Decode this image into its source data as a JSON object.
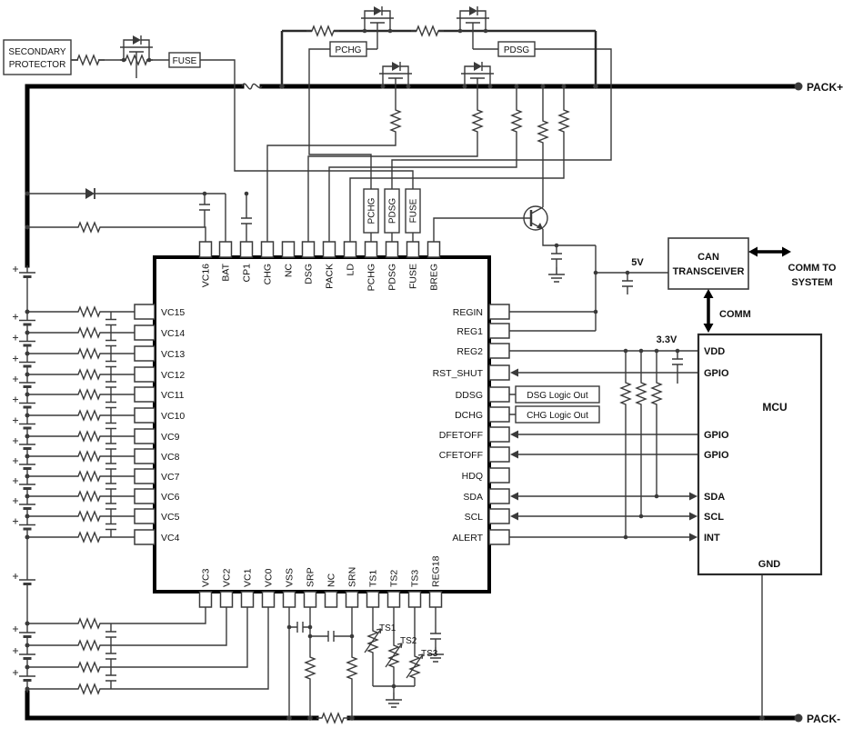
{
  "ic": {
    "top_pins": [
      "VC16",
      "BAT",
      "CP1",
      "CHG",
      "NC",
      "DSG",
      "PACK",
      "LD",
      "PCHG",
      "PDSG",
      "FUSE",
      "BREG"
    ],
    "left_pins": [
      "VC15",
      "VC14",
      "VC13",
      "VC12",
      "VC11",
      "VC10",
      "VC9",
      "VC8",
      "VC7",
      "VC6",
      "VC5",
      "VC4"
    ],
    "right_pins": [
      "REGIN",
      "REG1",
      "REG2",
      "RST_SHUT",
      "DDSG",
      "DCHG",
      "DFETOFF",
      "CFETOFF",
      "HDQ",
      "SDA",
      "SCL",
      "ALERT"
    ],
    "bottom_pins": [
      "VC3",
      "VC2",
      "VC1",
      "VC0",
      "VSS",
      "SRP",
      "NC",
      "SRN",
      "TS1",
      "TS2",
      "TS3",
      "REG18"
    ]
  },
  "labels": {
    "pack_plus": "PACK+",
    "pack_minus": "PACK-",
    "five_v": "5V",
    "three_point_three_v": "3.3V",
    "comm": "COMM",
    "comm_to_line1": "COMM TO",
    "comm_to_line2": "SYSTEM",
    "secondary_line1": "SECONDARY",
    "secondary_line2": "PROTECTOR",
    "fuse": "FUSE",
    "pchg": "PCHG",
    "pdsg": "PDSG",
    "dsg_logic_out": "DSG Logic Out",
    "chg_logic_out": "CHG Logic Out",
    "ts1": "TS1",
    "ts2": "TS2",
    "ts3": "TS3"
  },
  "can_transceiver": {
    "line1": "CAN",
    "line2": "TRANSCEIVER"
  },
  "mcu": {
    "title": "MCU",
    "pin_vdd": "VDD",
    "pin_gpio1": "GPIO",
    "pin_gpio2": "GPIO",
    "pin_gpio3": "GPIO",
    "pin_sda": "SDA",
    "pin_scl": "SCL",
    "pin_int": "INT",
    "pin_gnd": "GND"
  },
  "colors": {
    "wire": "#3a3a3a",
    "rail": "#000000",
    "background": "#ffffff"
  }
}
